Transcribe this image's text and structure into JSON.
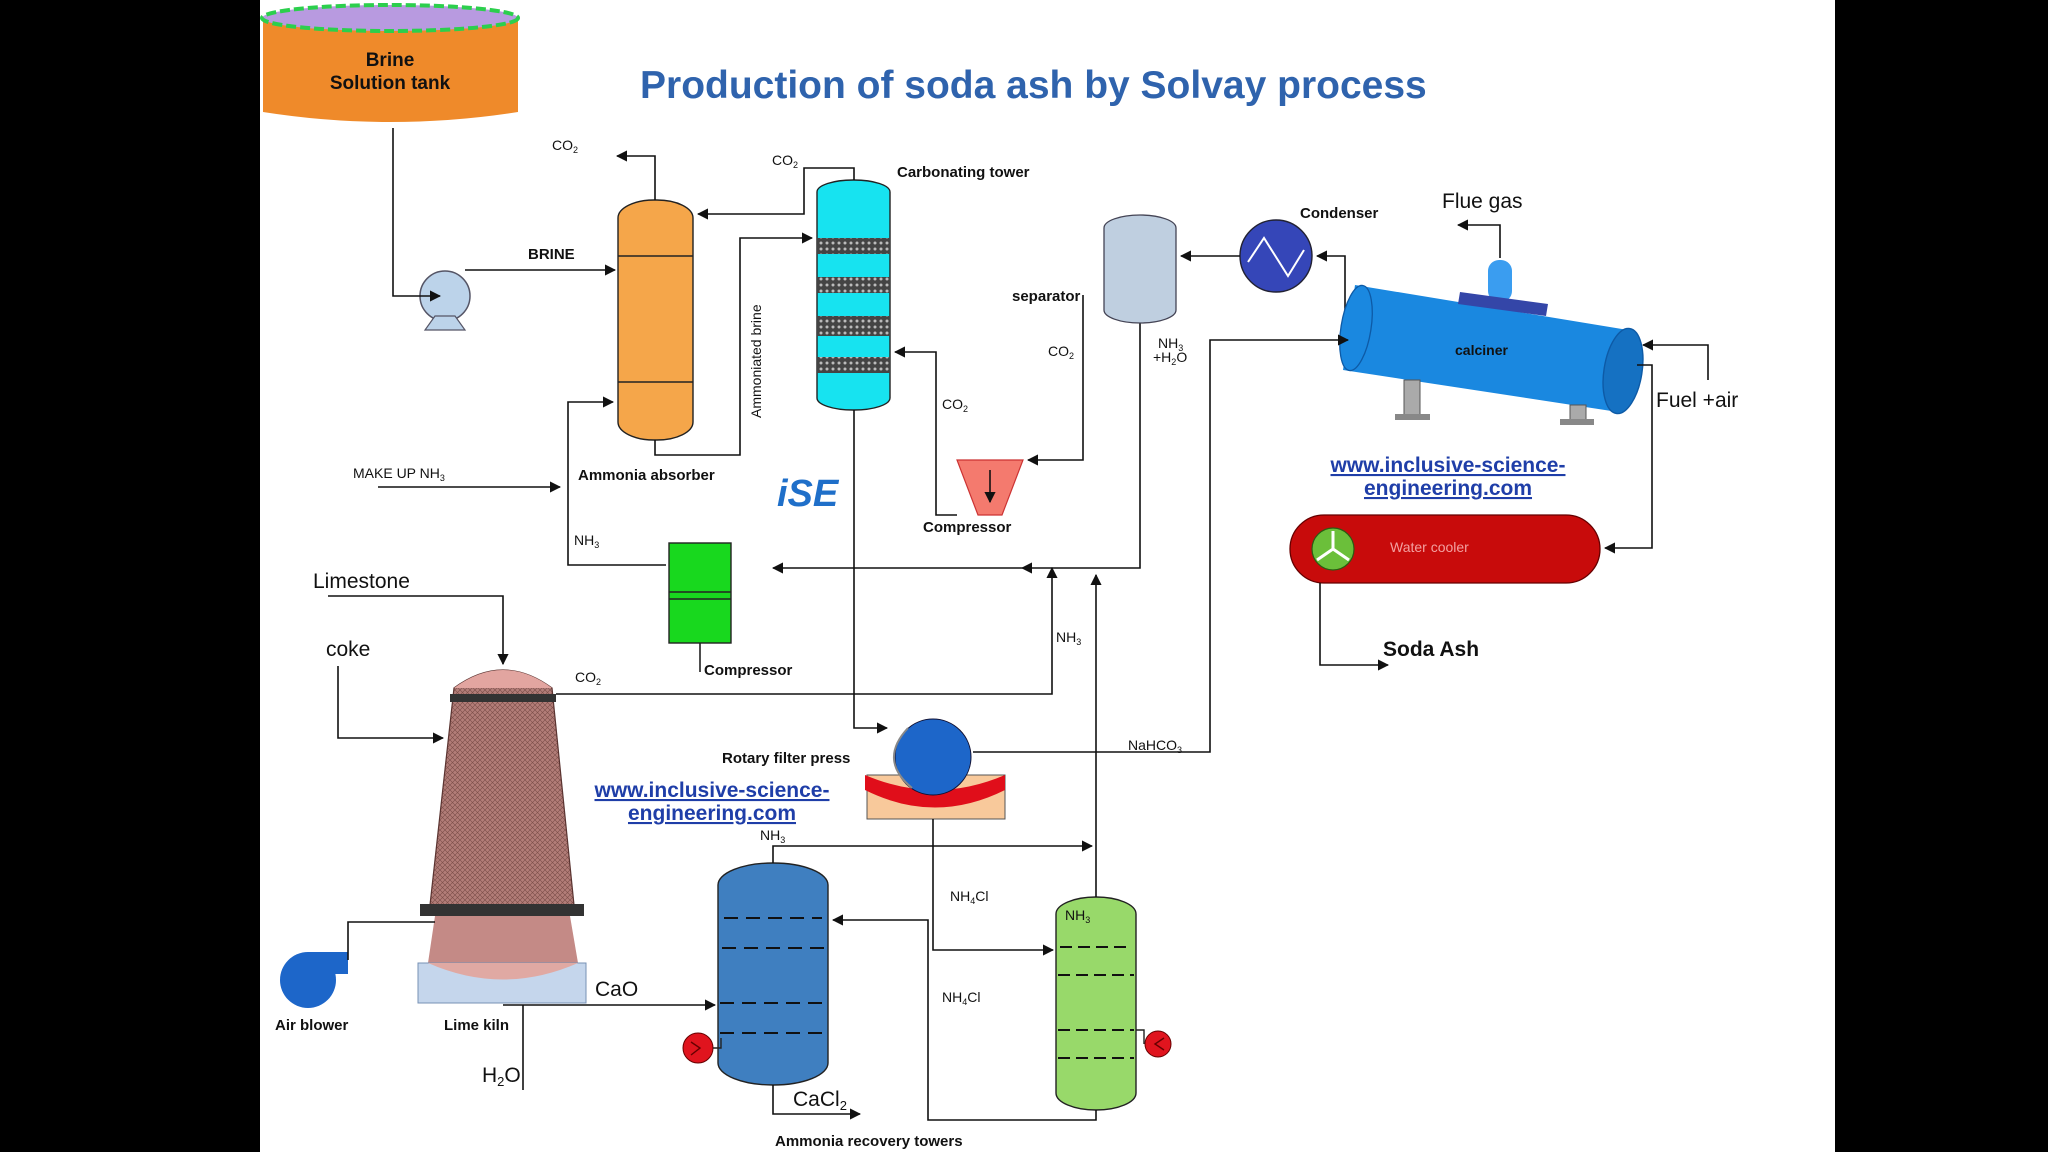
{
  "title": "Production of soda ash by Solvay process",
  "brand_logo": "iSE",
  "website_links": [
    "www.inclusive-science-",
    "engineering.com"
  ],
  "equipment": {
    "brine_tank": [
      "Brine",
      "Solution tank"
    ],
    "ammonia_absorber": "Ammonia absorber",
    "carbonating_tower": "Carbonating tower",
    "separator": "separator",
    "condenser": "Condenser",
    "calciner": "calciner",
    "compressor": "Compressor",
    "water_cooler": "Water cooler",
    "rotary_filter_press": "Rotary filter press",
    "lime_kiln": "Lime kiln",
    "air_blower": "Air blower",
    "ammonia_recovery_towers": "Ammonia recovery towers"
  },
  "streams": {
    "brine": "BRINE",
    "ammoniated_brine": "Ammoniated brine",
    "co2": "CO",
    "co2_sub": "2",
    "nh3": "NH",
    "nh3_sub": "3",
    "nh3_h2o_plus": "+H",
    "nh3_h2o_o": "O",
    "make_up_nh3": "MAKE UP NH",
    "flue_gas": "Flue gas",
    "fuel_air": "Fuel +air",
    "soda_ash": "Soda Ash",
    "limestone": "Limestone",
    "coke": "coke",
    "nahco3": "NaHCO",
    "nh4cl": "NH",
    "nh4cl_tail": "Cl",
    "nh4cl_sub": "4",
    "cao": "CaO",
    "cacl2": "CaCl",
    "h2o": "H",
    "h2o_o": "O"
  },
  "colors": {
    "title": "#2f63ad",
    "brine_tank": "#ef8a2a",
    "absorber": "#f5a64a",
    "carbonating_tower": "#17e3f0",
    "separator": "#bfcfe0",
    "condenser": "#3546b8",
    "calciner": "#1a88e0",
    "compressor_top": "#f47a6e",
    "compressor_bottom": "#18d81e",
    "water_cooler": "#c80b0b",
    "filter_press": "#1d66c9",
    "lime_kiln": "#c48a86",
    "recovery_tower_left": "#3f7fc0",
    "recovery_tower_right": "#98d96a",
    "pump": "#bcd3ea"
  }
}
